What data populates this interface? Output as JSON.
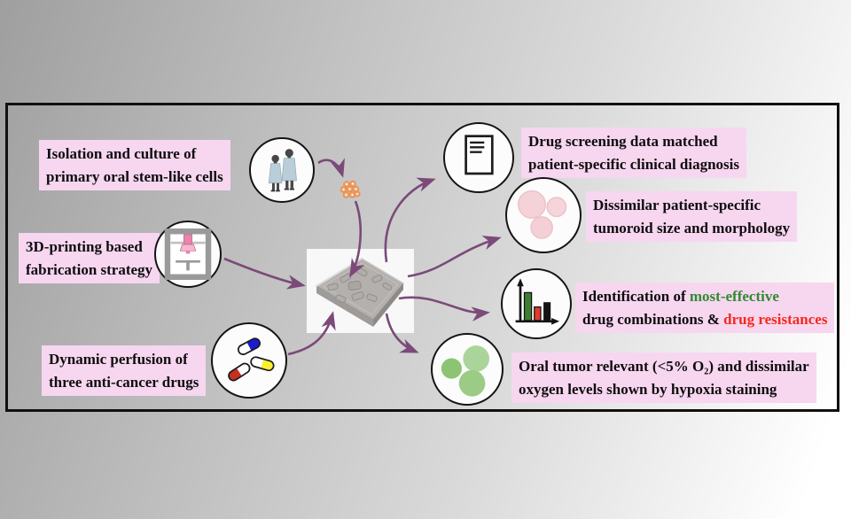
{
  "figure": {
    "type": "graphical-abstract",
    "labels": {
      "left": [
        {
          "text": "Isolation and culture of\nprimary oral stem-like cells"
        },
        {
          "text": "3D-printing based\nfabrication strategy"
        },
        {
          "text": "Dynamic perfusion of\nthree anti-cancer drugs"
        }
      ],
      "right": [
        {
          "segments": [
            {
              "t": "Drug screening data matched\npatient-specific clinical diagnosis",
              "c": "#0d0d0d"
            }
          ]
        },
        {
          "segments": [
            {
              "t": "Dissimilar patient-specific\ntumoroid size and morphology",
              "c": "#0d0d0d"
            }
          ]
        },
        {
          "segments": [
            {
              "t": "Identification of ",
              "c": "#0d0d0d"
            },
            {
              "t": "most-effective",
              "c": "#2f8b2f"
            },
            {
              "t": "\ndrug combinations & ",
              "c": "#0d0d0d"
            },
            {
              "t": "drug resistances",
              "c": "#f5291c"
            }
          ]
        },
        {
          "segments": [
            {
              "t": "Oral tumor relevant (<5% O₂) and dissimilar\noxygen levels shown by hypoxia staining",
              "c": "#0d0d0d"
            }
          ]
        }
      ]
    },
    "icons": {
      "patients": "two-patients-icon",
      "printer": "printer-3d-icon",
      "pills": "three-capsules-icon",
      "document": "report-document-icon",
      "tumoroids": "pink-tumoroids-icon",
      "barchart": "bar-chart-icon",
      "hypoxia": "green-stained-cells-icon",
      "cells": "cell-cluster-icon",
      "chip": "printed-chip-image"
    },
    "colors": {
      "label_bg": "#f7d6f0",
      "arrow_purple": "#7b4a79",
      "green_text": "#2f8b2f",
      "red_text": "#f5291c",
      "panel_border": "#101010",
      "capsule_blue": "#1b1bd1",
      "capsule_red": "#c5301f",
      "capsule_yellow": "#f9ef31",
      "cells_orange": "#f2a265",
      "tumoroid_pink": "#f4d2d8",
      "hypoxia_green": "#9ccb86",
      "gown_blue": "#b9ced8"
    }
  }
}
